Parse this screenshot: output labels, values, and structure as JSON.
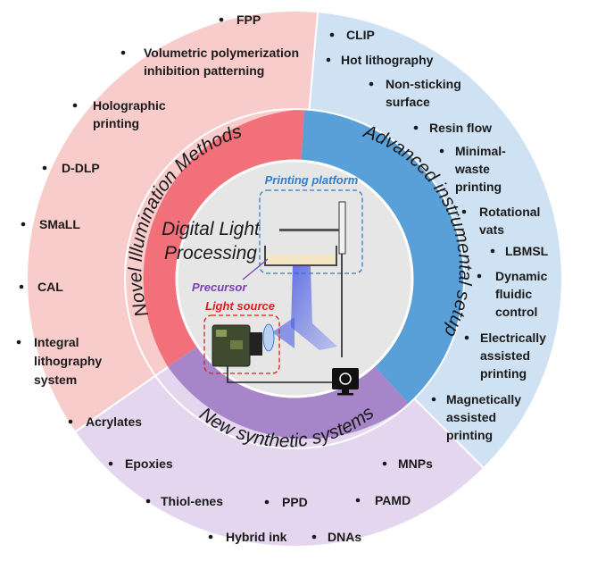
{
  "colors": {
    "outer_pink": "#f9cccc",
    "outer_blue": "#cfe2f3",
    "outer_purple": "#e4d6ee",
    "ring_red": "#f1707a",
    "ring_blue": "#5aa0d8",
    "ring_purple": "#a785c9",
    "center_gray": "#e6e6e6"
  },
  "ring_labels": {
    "left": "Novel Illumination Methods",
    "right": "Advanced instrumental setup",
    "bottom": "New synthetic systems"
  },
  "center": {
    "title_line1": "Digital Light",
    "title_line2": "Processing",
    "printing_platform": "Printing platform",
    "precursor": "Precursor",
    "light_source": "Light source"
  },
  "illumination_methods": [
    "FPP",
    "Volumetric polymerization",
    "inhibition patterning",
    "Holographic",
    "printing",
    "D-DLP",
    "SMaLL",
    "CAL",
    "Integral",
    "lithography",
    "system"
  ],
  "instrumental_setup": [
    "CLIP",
    "Hot lithography",
    "Non-sticking",
    "surface",
    "Resin flow",
    "Minimal-",
    "waste",
    "printing",
    "Rotational",
    "vats",
    "LBMSL",
    "Dynamic",
    "fluidic",
    "control",
    "Electrically",
    "assisted",
    "printing",
    "Magnetically",
    "assisted",
    "printing"
  ],
  "synthetic_systems": [
    "Acrylates",
    "Epoxies",
    "MNPs",
    "Thiol-enes",
    "PPD",
    "PAMD",
    "Hybrid ink",
    "DNAs"
  ]
}
